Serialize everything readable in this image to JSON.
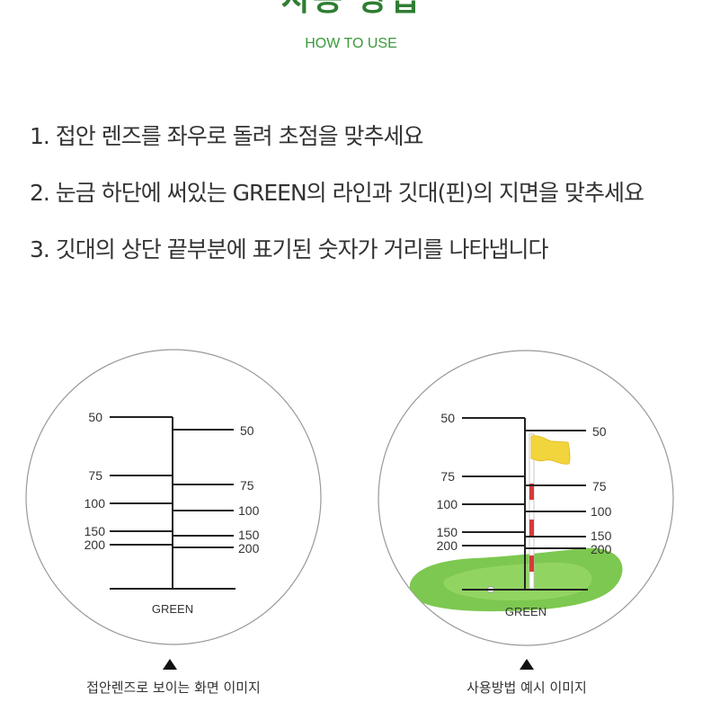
{
  "header": {
    "title": "사용 방법",
    "subtitle": "HOW TO USE"
  },
  "steps": [
    "1. 접안 렌즈를 좌우로 돌려 초점을 맞추세요",
    "2. 눈금 하단에 써있는 GREEN의 라인과 깃대(핀)의 지면을 맞추세요",
    "3. 깃대의 상단 끝부분에 표기된 숫자가 거리를 나타냅니다"
  ],
  "scale": {
    "left_marks": [
      "50",
      "75",
      "100",
      "150",
      "200"
    ],
    "right_marks": [
      "50",
      "75",
      "100",
      "150",
      "200"
    ],
    "green_label": "GREEN"
  },
  "captions": {
    "left": "접안렌즈로 보이는 화면 이미지",
    "right": "사용방법 예시 이미지"
  },
  "colors": {
    "accent": "#2e7d32",
    "green_field": "#7dc850",
    "flag": "#f2d53c",
    "pin_red": "#d63a3a"
  },
  "icons": {
    "pointer": "up-triangle-icon"
  }
}
